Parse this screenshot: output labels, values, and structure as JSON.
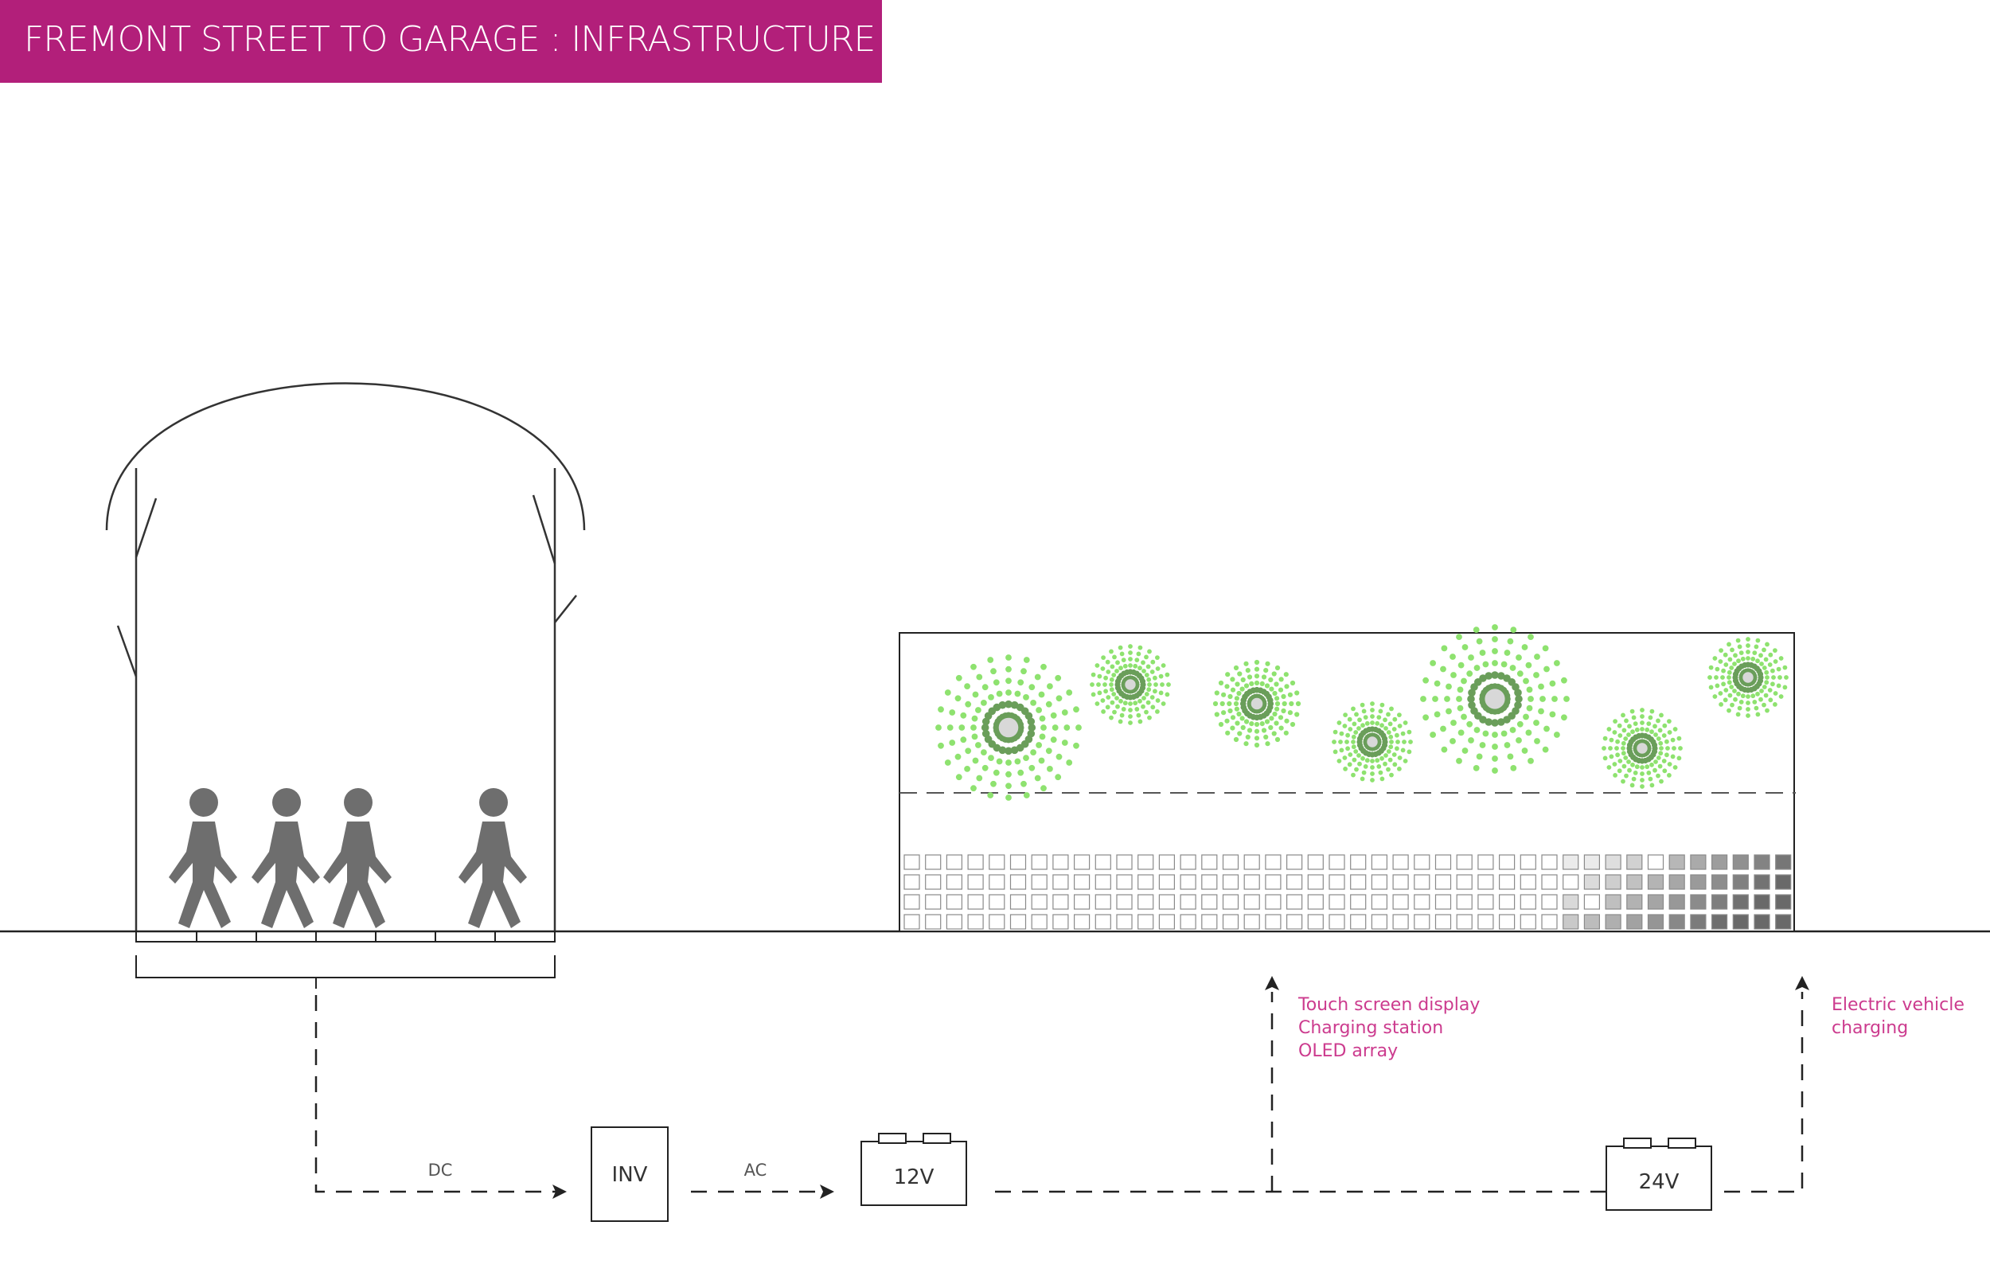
{
  "title": "FREMONT STREET TO GARAGE : INFRASTRUCTURE",
  "colors": {
    "title_bar": "#b21f7a",
    "annotation_pink": "#cc3b8e",
    "pedestrian_gray": "#6e6e6e",
    "firework_light_green": "#8ee26f",
    "firework_dark_green": "#6a9e5a",
    "line": "#222222"
  },
  "flow": {
    "dc_label": "DC",
    "ac_label": "AC",
    "inverter_label": "INV",
    "battery_12v_label": "12V",
    "battery_24v_label": "24V"
  },
  "annotations": {
    "display_uses": [
      "Touch screen display",
      "Charging station",
      "OLED array"
    ],
    "ev_uses": [
      "Electric vehicle",
      "charging"
    ]
  },
  "icons": {
    "pedestrian": "walking-person-icon",
    "display_pattern": "firework-dot-burst",
    "battery": "battery-icon",
    "arrow": "arrowhead-icon"
  }
}
